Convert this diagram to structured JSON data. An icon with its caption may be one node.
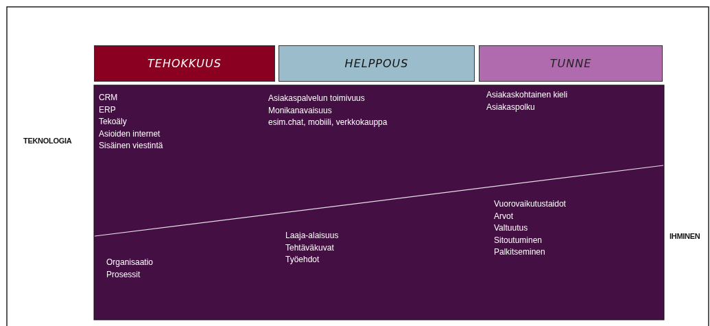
{
  "diagram": {
    "nodes": [
      {
        "text": [
          "TEHOKKUUS"
        ]
      },
      {
        "text": [
          "HELPPOUS"
        ]
      },
      {
        "text": [
          "TUNNE"
        ]
      }
    ],
    "labels": [
      "TEKNOLOGIA",
      "CRM",
      "ERP",
      "Tekoäly",
      "Asioiden internet",
      "Sisäinen viestintä",
      "Asiakaspalvelun toimivuus",
      "Monikanavaisuus",
      "esim.chat, mobiili, verkkokauppa",
      "Asiakaskohtainen kieli",
      "Asiakaspolku",
      "Vuorovaikutustaidot",
      "Arvot",
      "Valtuutus",
      "Sitoutuminen",
      "Palkitseminen",
      "IHMINEN",
      "Laaja-alaisuus",
      "Tehtäväkuvat",
      "Työehdot",
      "Organisaatio",
      "Prosessit"
    ]
  }
}
